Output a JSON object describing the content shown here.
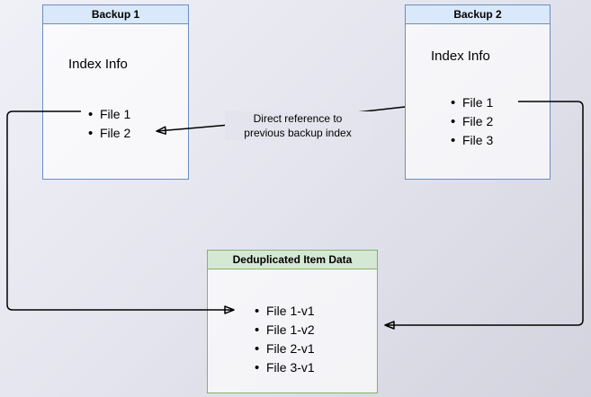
{
  "diagram": {
    "backup1": {
      "title": "Backup 1",
      "section_label": "Index Info",
      "items": [
        "File 1",
        "File 2"
      ]
    },
    "backup2": {
      "title": "Backup 2",
      "section_label": "Index Info",
      "items": [
        "File 1",
        "File 2",
        "File 3"
      ]
    },
    "dedup": {
      "title": "Deduplicated Item Data",
      "items": [
        "File 1-v1",
        "File 1-v2",
        "File 2-v1",
        "File 3-v1"
      ]
    },
    "edge_label_line1": "Direct reference to",
    "edge_label_line2": "previous backup index",
    "colors": {
      "node_blue_fill": "#dae8fc",
      "node_blue_border": "#6c8ebf",
      "node_green_fill": "#d5e8d4",
      "node_green_border": "#82b366",
      "arrow": "#000000"
    }
  }
}
